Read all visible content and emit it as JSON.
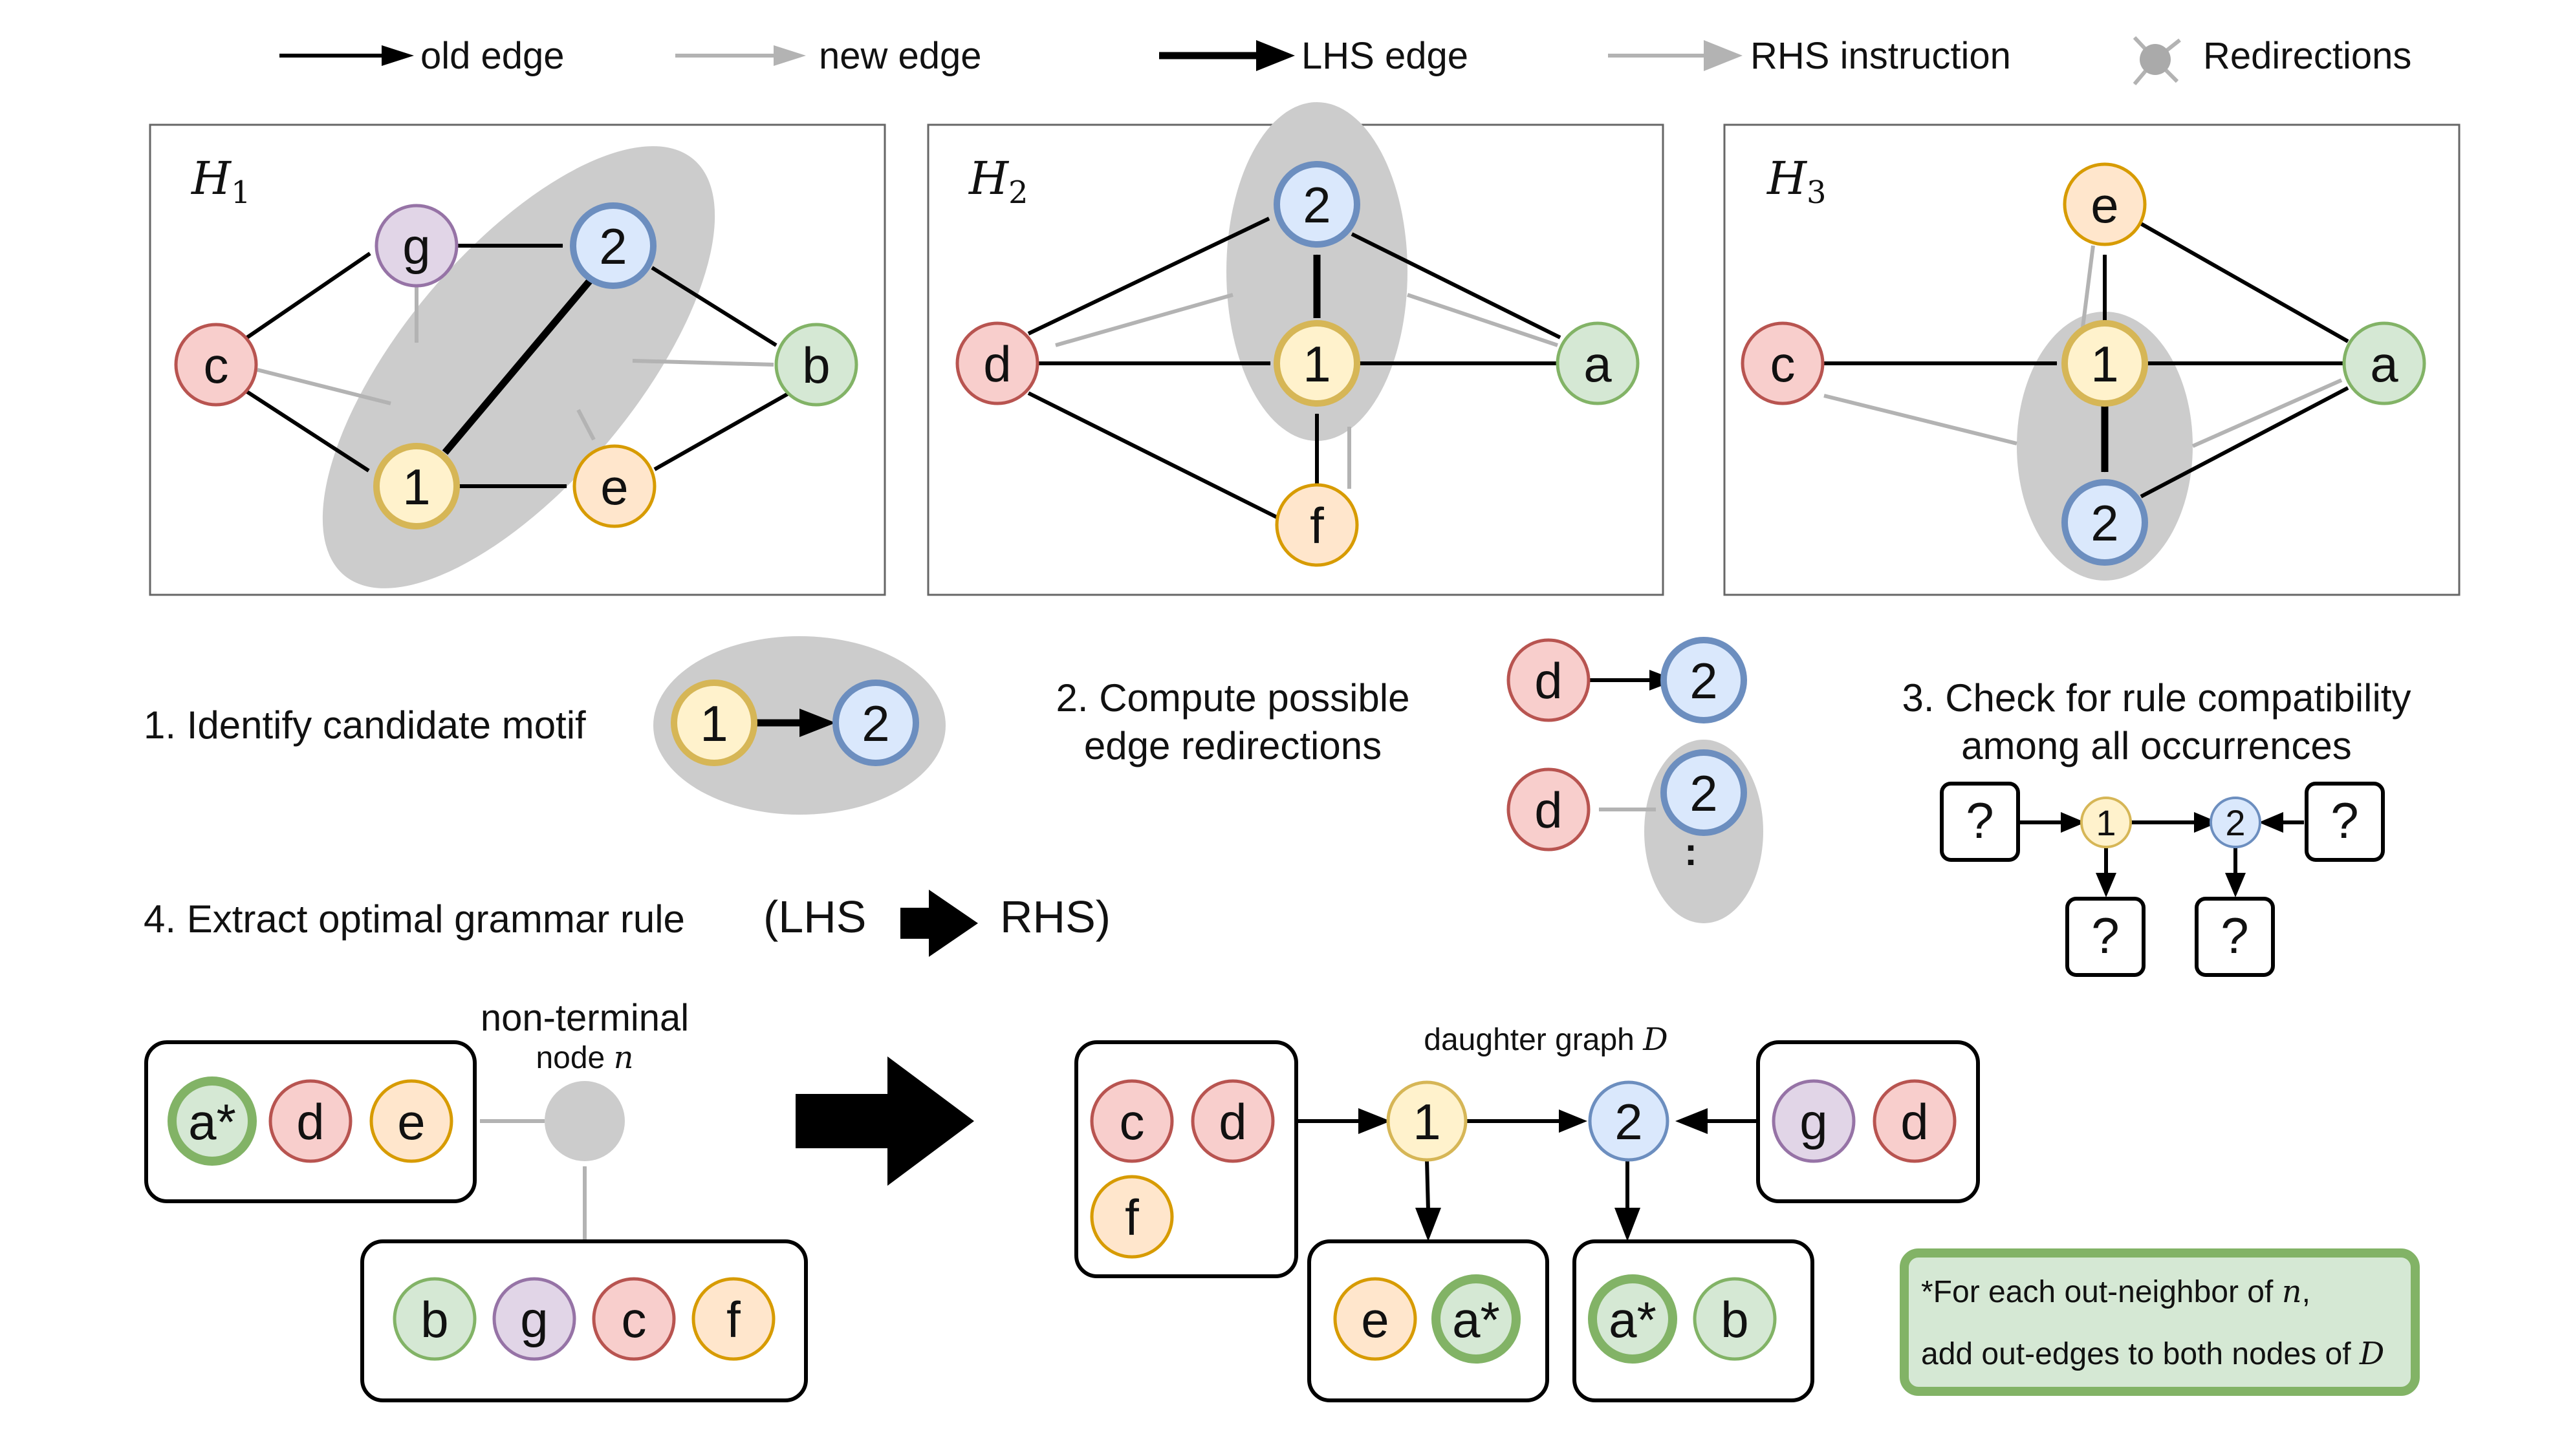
{
  "colors": {
    "red_fill": "#f8cecc",
    "red_stroke": "#b85450",
    "green_fill": "#d5e8d4",
    "green_stroke": "#82b366",
    "yellow_fill": "#fff2cc",
    "yellow_stroke": "#d6b656",
    "orange_fill": "#ffe6cc",
    "orange_stroke": "#d79b00",
    "purple_fill": "#e1d5e7",
    "purple_stroke": "#9673a6",
    "blue_fill": "#dae8fc",
    "blue_stroke": "#6c8ebf",
    "gray_ellipse": "#cccccc",
    "new_edge": "#b3b3b3",
    "note_border": "#82b366",
    "note_fill": "#d5e8d4"
  },
  "legend": {
    "old_edge": "old edge",
    "new_edge": "new edge",
    "lhs_edge": "LHS edge",
    "rhs_instruction": "RHS instruction",
    "redirections": "Redirections"
  },
  "panels": {
    "h1": {
      "title": "H",
      "subscript": "1",
      "nodes": {
        "c": "c",
        "g": "g",
        "two": "2",
        "b": "b",
        "one": "1",
        "e": "e"
      }
    },
    "h2": {
      "title": "H",
      "subscript": "2",
      "nodes": {
        "d": "d",
        "two": "2",
        "one": "1",
        "a": "a",
        "f": "f"
      }
    },
    "h3": {
      "title": "H",
      "subscript": "3",
      "nodes": {
        "c": "c",
        "e": "e",
        "one": "1",
        "two": "2",
        "a": "a"
      }
    }
  },
  "steps": {
    "step1": "1. Identify candidate motif",
    "step2_line1": "2. Compute possible",
    "step2_line2": "edge redirections",
    "step3_line1": "3. Check for rule compatibility",
    "step3_line2": "among all occurrences",
    "step4": "4. Extract optimal grammar rule",
    "lhs": "(LHS",
    "rhs": "RHS)"
  },
  "motif": {
    "one": "1",
    "two": "2"
  },
  "redirection_examples": {
    "d": "d",
    "two": "2",
    "colon": ":"
  },
  "compatibility": {
    "unknown": "?",
    "one": "1",
    "two": "2"
  },
  "lhs_rule": {
    "nonterminal_label_line1": "non-terminal",
    "nonterminal_label_line2": "node",
    "nonterminal_symbol": "n",
    "out_neighbors": [
      "a*",
      "d",
      "e"
    ],
    "in_neighbors": [
      "b",
      "g",
      "c",
      "f"
    ]
  },
  "rhs_rule": {
    "daughter_label": "daughter graph",
    "daughter_symbol": "D",
    "left_in_group": [
      "c",
      "d",
      "f"
    ],
    "right_in_group": [
      "g",
      "d"
    ],
    "node_one": "1",
    "node_two": "2",
    "out_group_one": [
      "e",
      "a*"
    ],
    "out_group_two": [
      "a*",
      "b"
    ]
  },
  "note": {
    "line1_prefix": "*For each out-neighbor of",
    "line1_symbol": "n",
    "line1_suffix": ",",
    "line2_prefix": "add out-edges to both nodes of",
    "line2_symbol": "D"
  }
}
